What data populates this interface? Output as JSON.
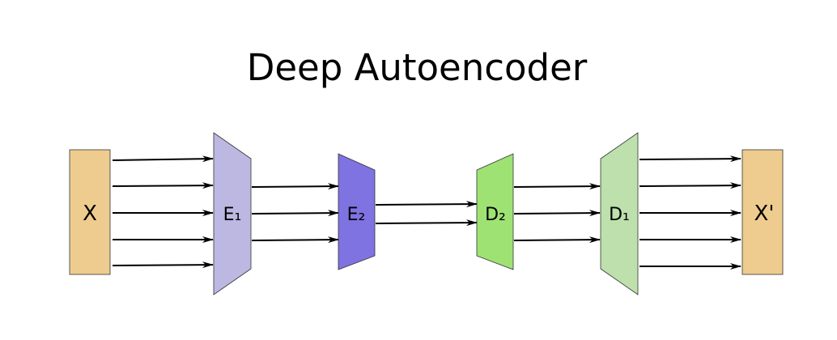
{
  "title": "Deep Autoencoder",
  "input": {
    "label": "X",
    "color": "#eecb8e"
  },
  "output": {
    "label": "X'",
    "color": "#eecb8e"
  },
  "blocks": [
    {
      "id": "e1",
      "label": "E₁",
      "color": "#bdb8e2"
    },
    {
      "id": "e2",
      "label": "E₂",
      "color": "#7f72e1"
    },
    {
      "id": "d2",
      "label": "D₂",
      "color": "#9ee274"
    },
    {
      "id": "d1",
      "label": "D₁",
      "color": "#bde0ad"
    }
  ]
}
